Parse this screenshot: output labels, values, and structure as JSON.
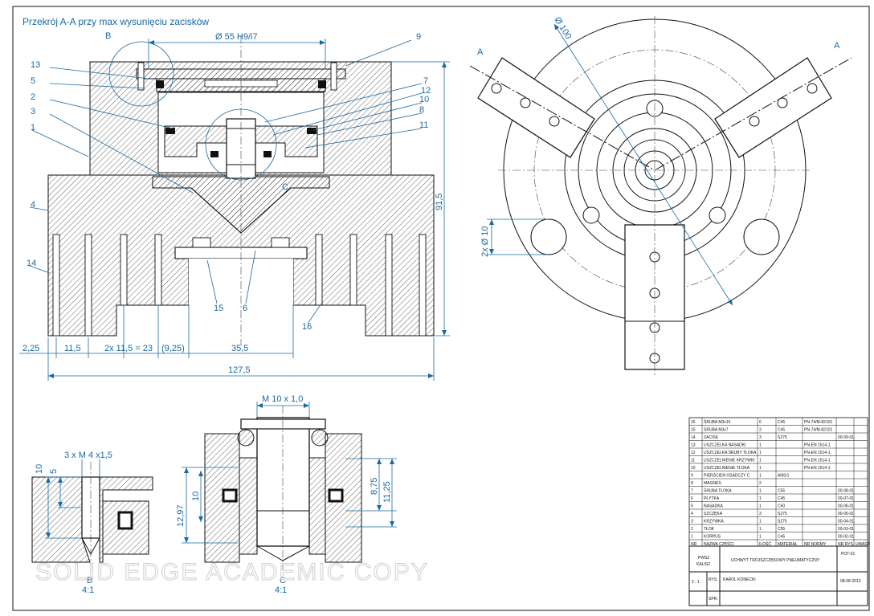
{
  "title": "Przekrój A-A przy max wysunięciu zacisków",
  "section_labels": {
    "a_left": "A",
    "a_right": "A",
    "detail_b_mark": "B",
    "detail_c_mark": "C",
    "detail_b_name": "B",
    "detail_b_scale": "4:1",
    "detail_c_name": "C",
    "detail_c_scale": "4:1"
  },
  "part_numbers": {
    "p1": "1",
    "p2": "2",
    "p3": "3",
    "p4": "4",
    "p5": "5",
    "p6": "6",
    "p7": "7",
    "p8": "8",
    "p9": "9",
    "p10": "10",
    "p11": "11",
    "p12": "12",
    "p13": "13",
    "p14": "14",
    "p15": "15",
    "p16": "16"
  },
  "dimensions": {
    "fit_diameter": "Ø 55 H9/i7",
    "height_total": "91,5",
    "d_2_25": "2,25",
    "d_11_5": "11,5",
    "d_2x11_5": "2x 11,5 = 23",
    "d_9_25": "(9,25)",
    "d_35_5": "35,5",
    "d_127_5": "127,5",
    "d_dia100": "Ø 100",
    "d_2x_dia10": "2x Ø 10",
    "b_thread": "3 x M 4 x1,5",
    "b_10": "10",
    "b_5": "5",
    "c_thread": "M 10 x 1,0",
    "c_12_97": "12,97",
    "c_10": "10",
    "c_8_75": "8,75",
    "c_11_25": "11,25"
  },
  "bom": {
    "rows": [
      {
        "nr": "16",
        "name": "ŚRUBA M3x15",
        "qty": "6",
        "mat": "C45",
        "norm": "PN-74/M-82101",
        "drw": ""
      },
      {
        "nr": "15",
        "name": "ŚRUBA M3x7",
        "qty": "3",
        "mat": "C45",
        "norm": "PN-74/M-82101",
        "drw": ""
      },
      {
        "nr": "14",
        "name": "ZACISK",
        "qty": "3",
        "mat": "S275",
        "norm": "",
        "drw": "00-09-01"
      },
      {
        "nr": "13",
        "name": "USZCZELKA NASADKI",
        "qty": "1",
        "mat": "",
        "norm": "PN-EN 1514-1",
        "drw": ""
      },
      {
        "nr": "12",
        "name": "USZCZELKA ŚRUBY TŁOKA",
        "qty": "1",
        "mat": "",
        "norm": "PN-EN 1514-1",
        "drw": ""
      },
      {
        "nr": "11",
        "name": "USZCZELNIENIE KRZYWKI",
        "qty": "1",
        "mat": "",
        "norm": "PN-EN 1514-1",
        "drw": ""
      },
      {
        "nr": "10",
        "name": "USZCZELNIENIE TŁOKA",
        "qty": "1",
        "mat": "",
        "norm": "PN-EN 1514-1",
        "drw": ""
      },
      {
        "nr": "9",
        "name": "PIERŚCIEŃ OSADCZY C",
        "qty": "1",
        "mat": "Al99,0",
        "norm": "",
        "drw": ""
      },
      {
        "nr": "8",
        "name": "MAGNES",
        "qty": "2",
        "mat": "",
        "norm": "",
        "drw": ""
      },
      {
        "nr": "7",
        "name": "ŚRUBA TŁOKA",
        "qty": "1",
        "mat": "C55",
        "norm": "",
        "drw": "00-08-01"
      },
      {
        "nr": "6",
        "name": "PŁYTKA",
        "qty": "1",
        "mat": "C45",
        "norm": "",
        "drw": "00-07-01"
      },
      {
        "nr": "5",
        "name": "NASADKA",
        "qty": "1",
        "mat": "C50",
        "norm": "",
        "drw": "00-06-01"
      },
      {
        "nr": "4",
        "name": "SZCZĘKA",
        "qty": "3",
        "mat": "S275",
        "norm": "",
        "drw": "00-05-01"
      },
      {
        "nr": "3",
        "name": "KRZYWKA",
        "qty": "1",
        "mat": "S275",
        "norm": "",
        "drw": "00-04-01"
      },
      {
        "nr": "2",
        "name": "TŁOK",
        "qty": "1",
        "mat": "C55",
        "norm": "",
        "drw": "00-03-01"
      },
      {
        "nr": "1",
        "name": "KORPUS",
        "qty": "1",
        "mat": "C45",
        "norm": "",
        "drw": "00-02-01"
      }
    ],
    "headers": {
      "nr": "NR",
      "name": "NAZWA CZĘŚCI",
      "qty": "ILOŚĆ",
      "mat": "MATERIAŁ",
      "norm": "NR NORMY",
      "drw": "NR RYS.",
      "notes": "UWAGI"
    }
  },
  "title_block": {
    "school_line1": "PWSZ",
    "school_line2": "KALISZ",
    "drawing_title": "UCHWYT TRÓJSZCZĘKOWY PNEUMATYCZNY",
    "drawing_number": "POT-01",
    "scale": "2 : 1",
    "drawn_label": "RYS.",
    "author": "KAROL KONECKI",
    "date": "08-08-2013",
    "checked_label": "SPR."
  },
  "watermark": "SOLID EDGE ACADEMIC COPY",
  "colors": {
    "annotation": "#1a6aa0",
    "lines": "#111111",
    "background": "#ffffff"
  }
}
